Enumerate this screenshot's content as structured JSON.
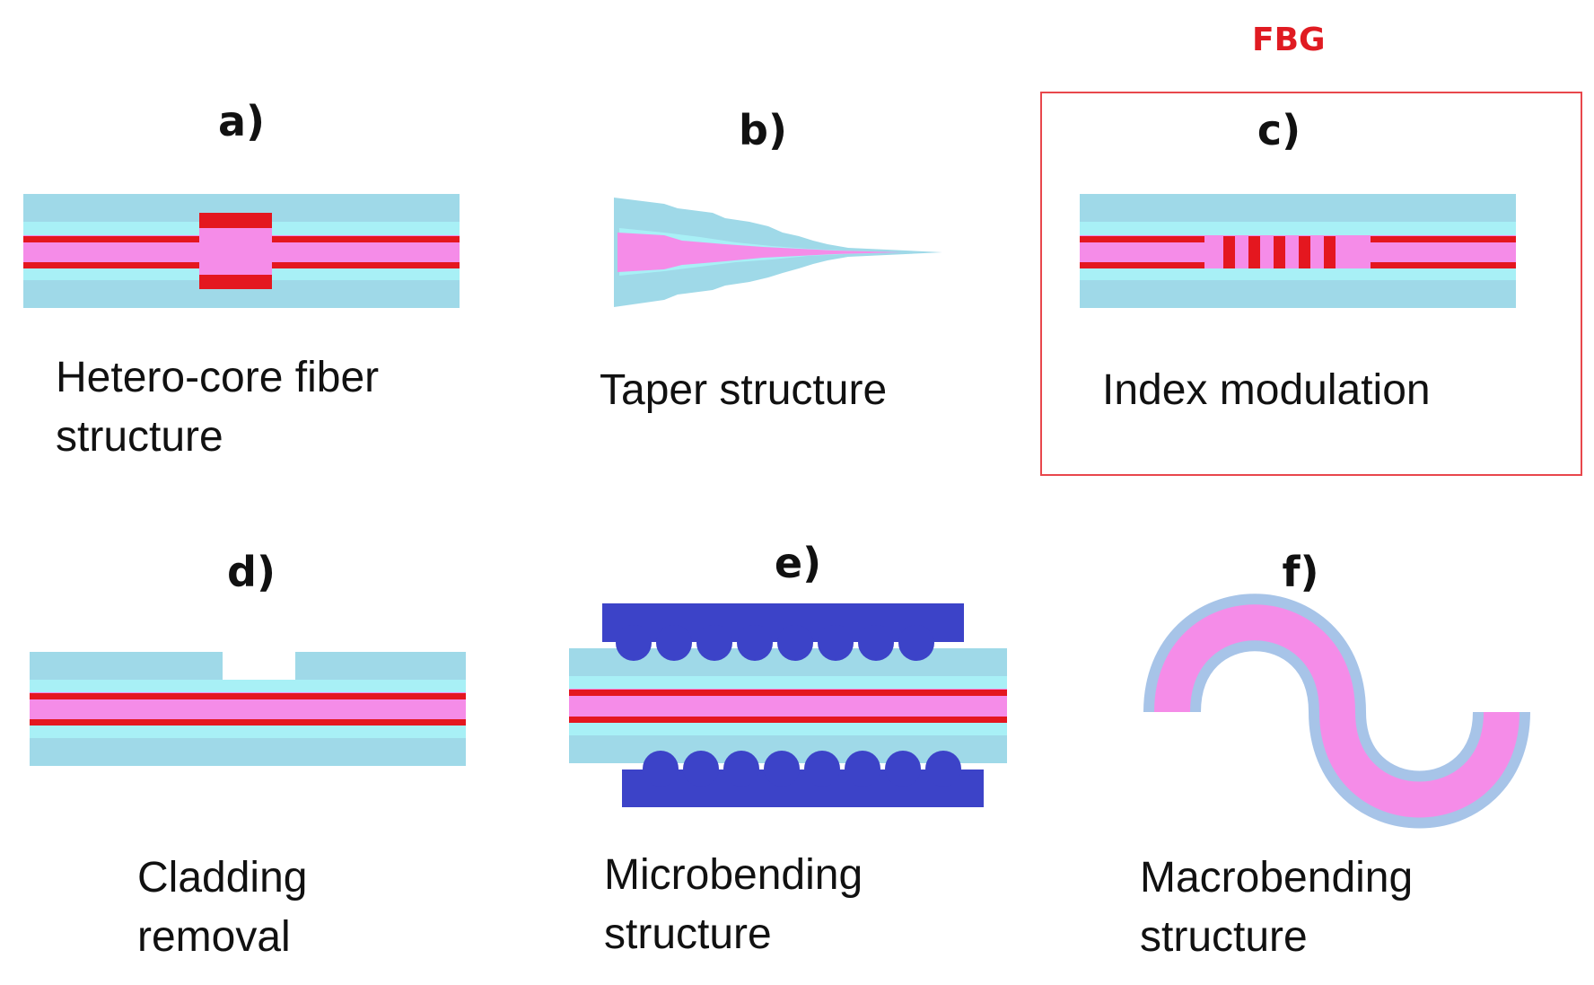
{
  "highlight": {
    "label": "FBG",
    "color": "#e01b22"
  },
  "colors": {
    "cladding": "#9fd9e8",
    "inner_cladding": "#a8f0f6",
    "core": "#f58ce8",
    "core_boundary": "#e4171f",
    "microbend_plate": "#3c43c8",
    "macrobend_outer": "#a7c4e8"
  },
  "panels": [
    {
      "letter": "a)",
      "caption_line1": "Hetero-core fiber",
      "caption_line2": "structure"
    },
    {
      "letter": "b)",
      "caption_line1": "Taper structure",
      "caption_line2": ""
    },
    {
      "letter": "c)",
      "caption_line1": "Index modulation",
      "caption_line2": ""
    },
    {
      "letter": "d)",
      "caption_line1": "Cladding",
      "caption_line2": "removal"
    },
    {
      "letter": "e)",
      "caption_line1": "Microbending",
      "caption_line2": "structure"
    },
    {
      "letter": "f)",
      "caption_line1": "Macrobending",
      "caption_line2": "structure"
    }
  ]
}
